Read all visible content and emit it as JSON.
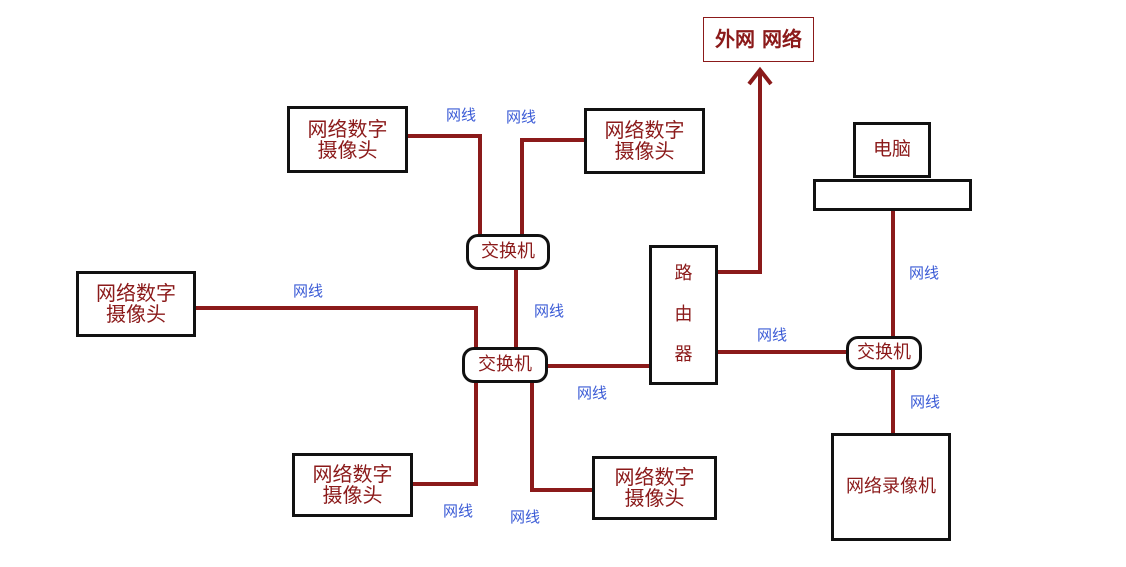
{
  "diagram": {
    "internet_label": "外网 网络",
    "router_chars": [
      "路",
      "由",
      "器"
    ],
    "switch_label": "交换机",
    "camera_line1": "网络数字",
    "camera_line2": "摄像头",
    "pc_label": "电脑",
    "nvr_label": "网络录像机",
    "cable_label": "网线",
    "colors": {
      "line": "#8b1a1a",
      "box_border": "#111111",
      "label": "#3b5bd6",
      "text": "#8b1a1a"
    }
  }
}
